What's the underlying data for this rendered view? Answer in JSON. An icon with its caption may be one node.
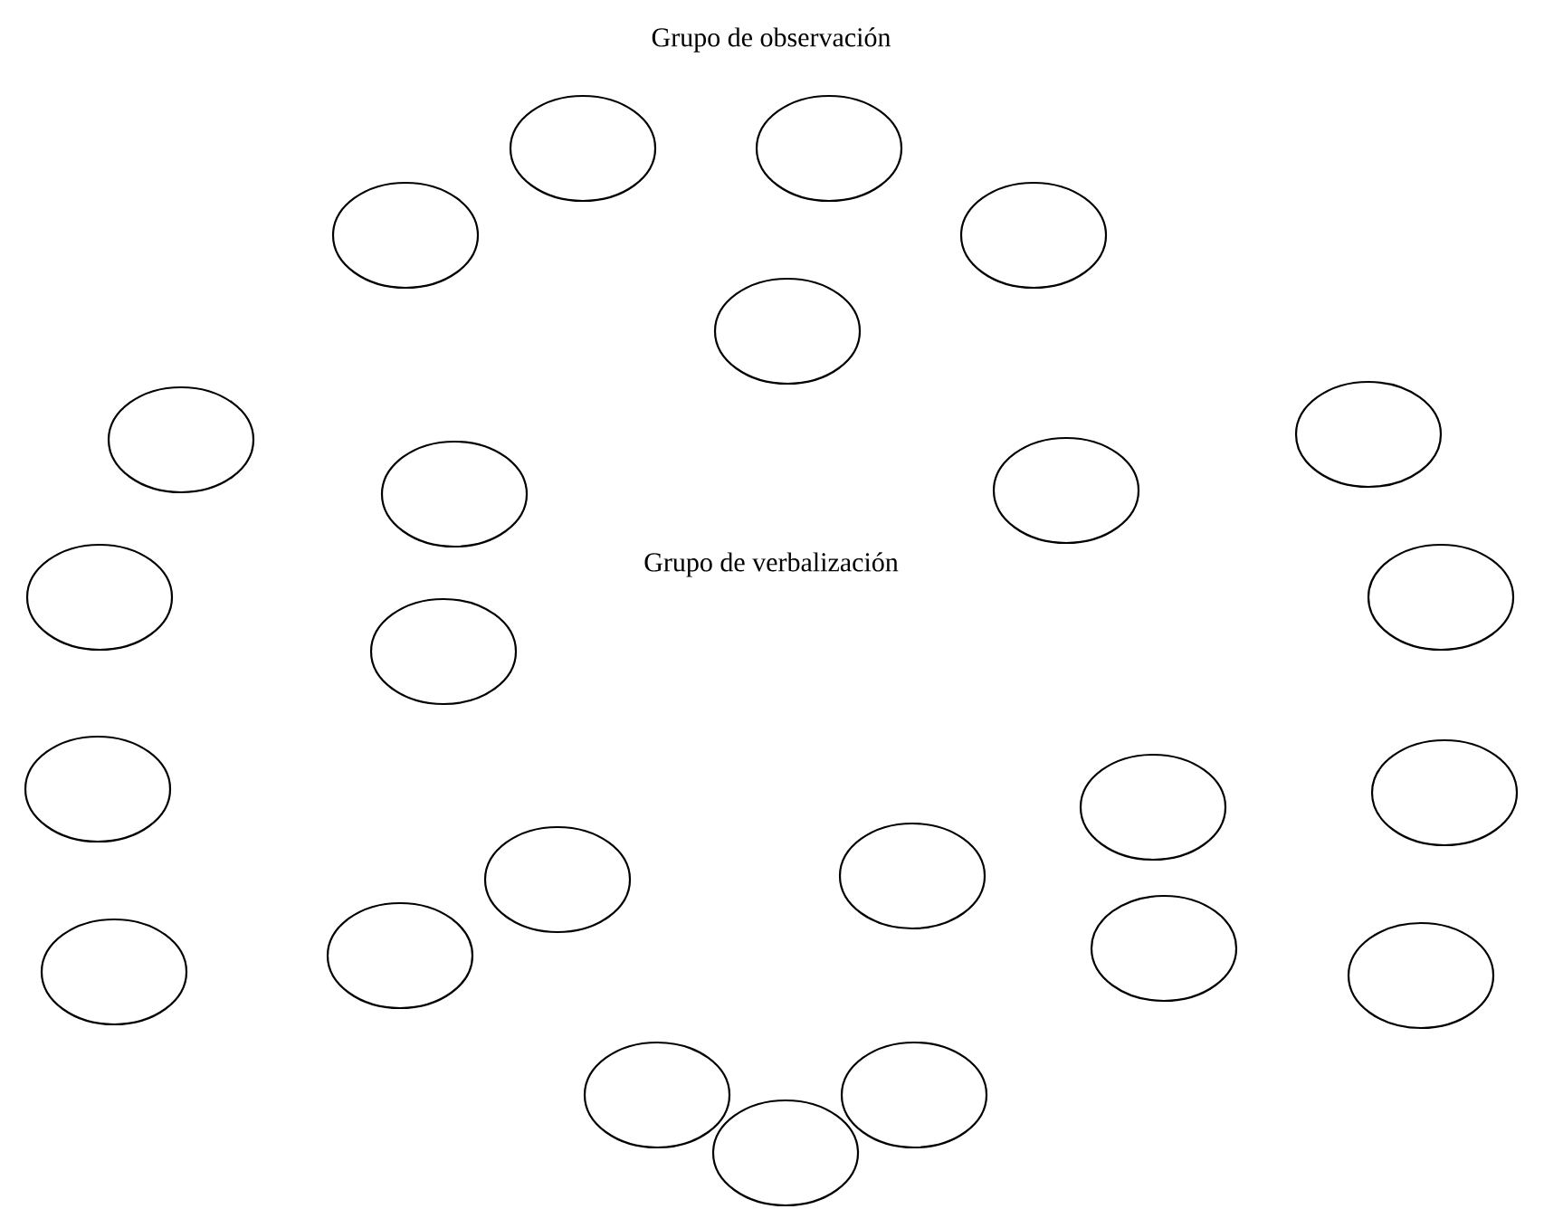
{
  "diagram": {
    "title": "Grupo de observación",
    "nodes": [
      {
        "text": [],
        "shape": "ellipse"
      },
      {
        "text": [],
        "shape": "ellipse"
      },
      {
        "text": [],
        "shape": "ellipse"
      },
      {
        "text": [],
        "shape": "ellipse"
      },
      {
        "text": [],
        "shape": "ellipse"
      },
      {
        "text": [],
        "shape": "ellipse"
      },
      {
        "text": [],
        "shape": "ellipse"
      },
      {
        "text": [],
        "shape": "ellipse"
      },
      {
        "text": [],
        "shape": "ellipse"
      },
      {
        "text": [],
        "shape": "ellipse"
      },
      {
        "text": [],
        "shape": "ellipse"
      },
      {
        "text": [],
        "shape": "ellipse"
      },
      {
        "text": [],
        "shape": "ellipse"
      },
      {
        "text": [],
        "shape": "ellipse"
      },
      {
        "text": [],
        "shape": "ellipse"
      },
      {
        "text": [],
        "shape": "ellipse"
      },
      {
        "text": [],
        "shape": "ellipse"
      },
      {
        "text": [],
        "shape": "ellipse"
      },
      {
        "text": [],
        "shape": "ellipse"
      },
      {
        "text": [],
        "shape": "ellipse"
      },
      {
        "text": [],
        "shape": "ellipse"
      },
      {
        "text": [],
        "shape": "ellipse"
      },
      {
        "text": [],
        "shape": "ellipse"
      },
      {
        "text": [],
        "shape": "ellipse"
      }
    ],
    "labels": [
      "Grupo de verbalización"
    ]
  }
}
